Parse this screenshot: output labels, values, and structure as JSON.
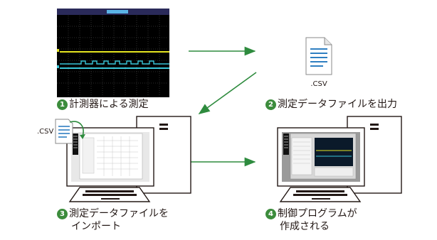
{
  "steps": [
    {
      "num": "1",
      "line1": "計測器による測定",
      "line2": ""
    },
    {
      "num": "2",
      "line1": "測定データファイルを出力",
      "line2": ""
    },
    {
      "num": "3",
      "line1": "測定データファイルを",
      "line2": "インポート"
    },
    {
      "num": "4",
      "line1": "制御プログラムが",
      "line2": "作成される"
    }
  ],
  "csv_label_doc": ".CSV",
  "csv_label_import": ".CSV",
  "colors": {
    "arrow": "#2e8b3e",
    "badge": "#3c8c3c",
    "doc_lines": "#2f7fc1",
    "scope_yellow": "#e6e620",
    "scope_cyan": "#39c6d8"
  }
}
